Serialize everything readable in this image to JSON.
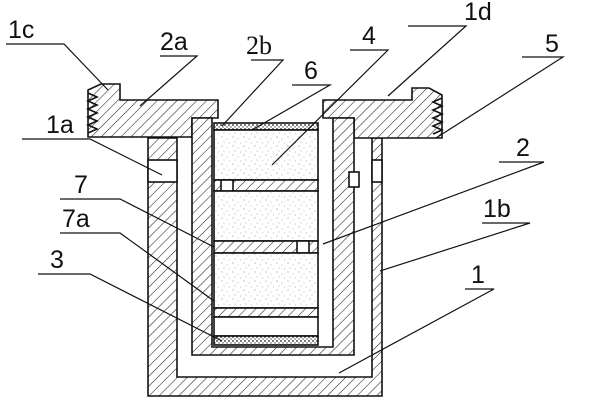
{
  "labels": {
    "l_1c": "1c",
    "l_2a": "2a",
    "l_2b": "2b",
    "l_4": "4",
    "l_1d": "1d",
    "l_6": "6",
    "l_5": "5",
    "l_1a": "1a",
    "l_2": "2",
    "l_7": "7",
    "l_1b": "1b",
    "l_7a": "7a",
    "l_3": "3",
    "l_1": "1"
  },
  "colors": {
    "line": "#111111",
    "background": "#ffffff",
    "powder_dot": "#9a9a9a"
  }
}
